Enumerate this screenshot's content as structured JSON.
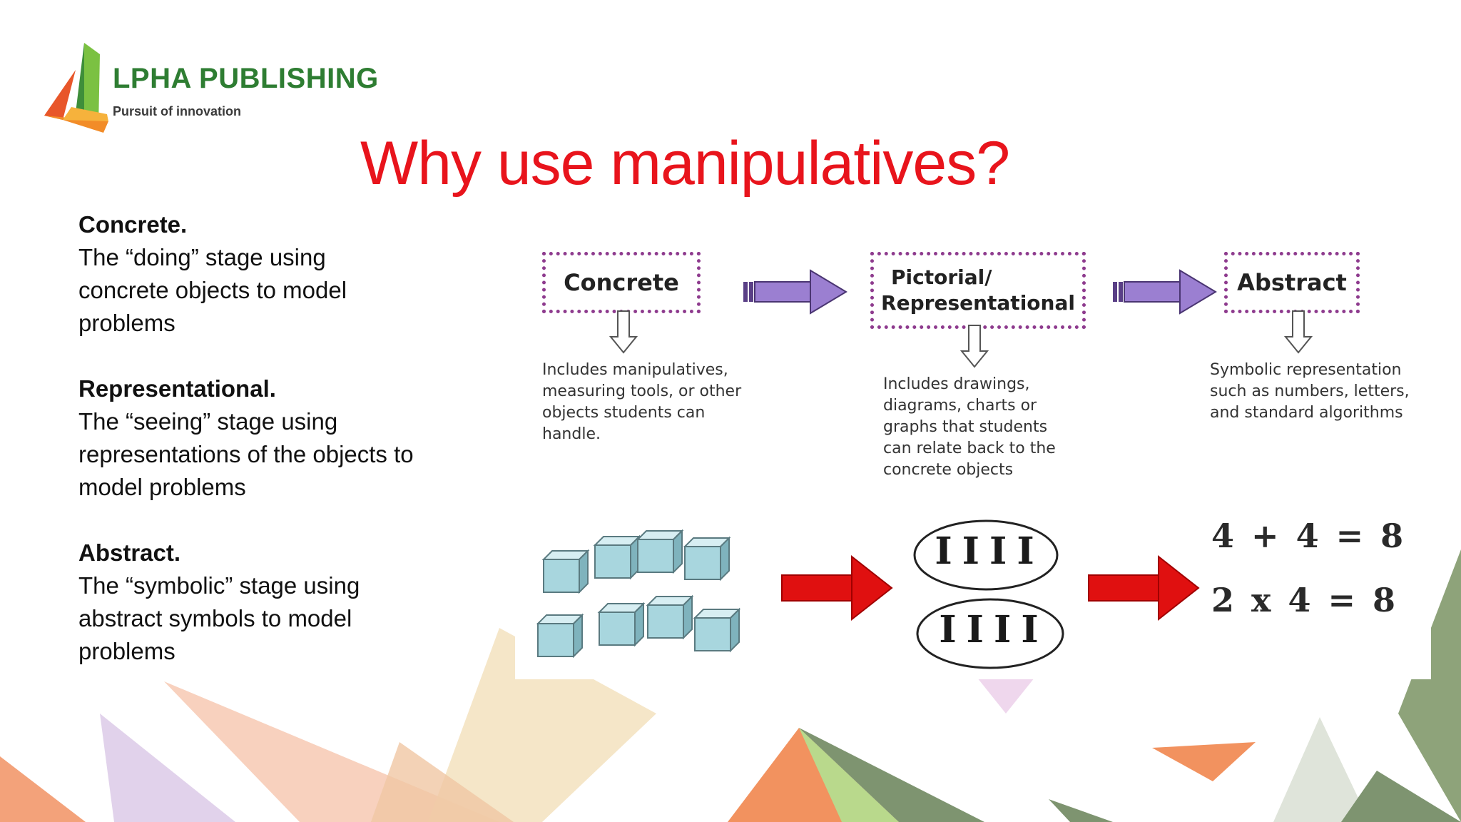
{
  "logo": {
    "name": "LPHA PUBLISHING",
    "tagline": "Pursuit of innovation"
  },
  "slide": {
    "title": "Why use manipulatives?"
  },
  "stages_text": [
    {
      "heading": "Concrete.",
      "description": "The “doing” stage using concrete objects to model problems"
    },
    {
      "heading": "Representational.",
      "description": "The “seeing” stage using representations of the objects to model problems"
    },
    {
      "heading": "Abstract.",
      "description": "The “symbolic” stage using abstract symbols to model problems"
    }
  ],
  "diagram": {
    "boxes": [
      {
        "label": "Concrete",
        "detail": "Includes manipulatives, measuring tools, or other objects students can handle."
      },
      {
        "label_line1": "Pictorial/",
        "label_line2": "Representational",
        "detail": "Includes drawings, diagrams, charts or graphs that students can relate back to the concrete objects"
      },
      {
        "label": "Abstract",
        "detail": "Symbolic representation such as numbers, letters, and standard algorithms"
      }
    ],
    "tally_marks": [
      "IIII",
      "IIII"
    ],
    "equations": [
      "4 + 4 = 8",
      "2 x 4 = 8"
    ]
  },
  "colors": {
    "title": "#e8141c",
    "logo_green": "#2e7d32",
    "box_border": "#8e3b8e",
    "arrow_purple": "#9b7fd1",
    "arrow_red": "#e01010"
  }
}
